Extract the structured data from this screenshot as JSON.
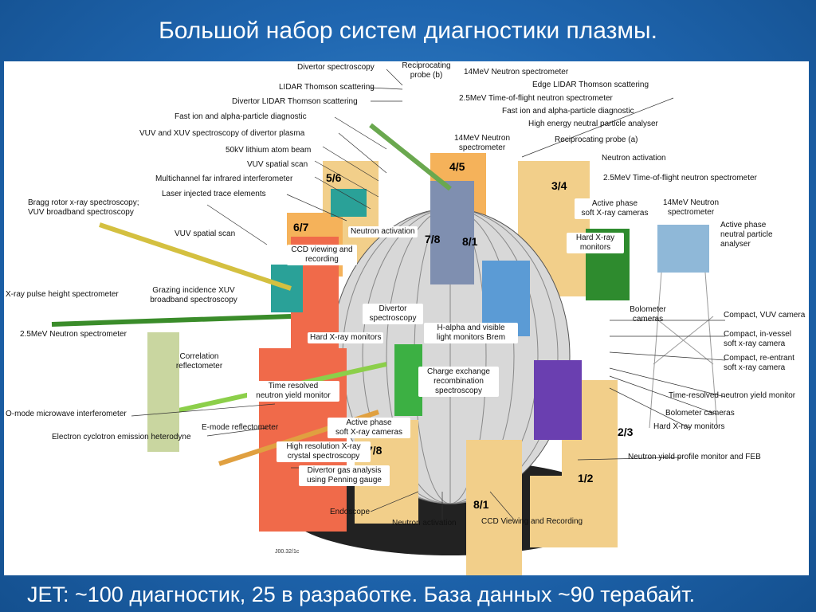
{
  "slide": {
    "title": "Большой набор систем диагностики плазмы.",
    "caption": "JET: ~100  диагностик, 25 в разработке. База данных ~90 терабайт."
  },
  "diagram": {
    "image_note": "J00.32/1c",
    "octants": [
      "5/6",
      "4/5",
      "3/4",
      "6/7",
      "7/8",
      "8/1",
      "7/8",
      "2/3",
      "1/2",
      "8/1"
    ],
    "labels": [
      "Divertor spectroscopy",
      "Reciprocating\nprobe (b)",
      "14MeV Neutron spectrometer",
      "LIDAR Thomson scattering",
      "Edge LIDAR Thomson scattering",
      "2.5MeV Time-of-flight neutron spectrometer",
      "Divertor LIDAR Thomson scattering",
      "Fast ion and alpha-particle diagnostic",
      "Fast ion and alpha-particle diagnostic",
      "High energy neutral particle analyser",
      "VUV and XUV spectroscopy of divertor plasma",
      "14MeV Neutron\nspectrometer",
      "Reciprocating probe (a)",
      "50kV lithium atom beam",
      "Neutron activation",
      "VUV spatial scan",
      "2.5MeV Time-of-flight neutron spectrometer",
      "Multichannel far infrared interferometer",
      "Laser injected trace elements",
      "Bragg rotor x-ray spectroscopy;\nVUV broadband spectroscopy",
      "Active phase\nsoft X-ray cameras",
      "14MeV Neutron\nspectrometer",
      "Active phase\nneutral particle\nanalyser",
      "VUV spatial scan",
      "Neutron activation",
      "Hard X-ray\nmonitors",
      "CCD viewing and\nrecording",
      "X-ray pulse height spectrometer",
      "Grazing incidence XUV\nbroadband spectroscopy",
      "Divertor\nspectroscopy",
      "Bolometer\ncameras",
      "Compact, VUV camera",
      "2.5MeV Neutron spectrometer",
      "H-alpha and visible\nlight monitors Brem",
      "Compact, in-vessel\nsoft x-ray camera",
      "Hard X-ray monitors",
      "Correlation\nreflectometer",
      "Compact, re-entrant\nsoft x-ray camera",
      "Charge exchange\nrecombination\nspectroscopy",
      "Time resolved\nneutron yield monitor",
      "Time-resolved neutron yield monitor",
      "O-mode microwave interferometer",
      "Bolometer cameras",
      "Active phase\nsoft X-ray cameras",
      "E-mode reflectometer",
      "Hard X-ray monitors",
      "Electron cyclotron emission heterodyne",
      "High resolution X-ray\ncrystal spectroscopy",
      "Neutron yield profile monitor and FEB",
      "Divertor gas analysis\nusing Penning gauge",
      "Endoscope",
      "Neutron activation",
      "CCD Viewing and Recording"
    ]
  }
}
